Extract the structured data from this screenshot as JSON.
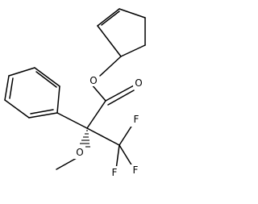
{
  "molecule": {
    "atoms": {
      "ester_oxygen": "O",
      "carbonyl_oxygen": "O",
      "methoxy_oxygen": "O",
      "fluorine_1": "F",
      "fluorine_2": "F",
      "fluorine_3": "F"
    }
  }
}
